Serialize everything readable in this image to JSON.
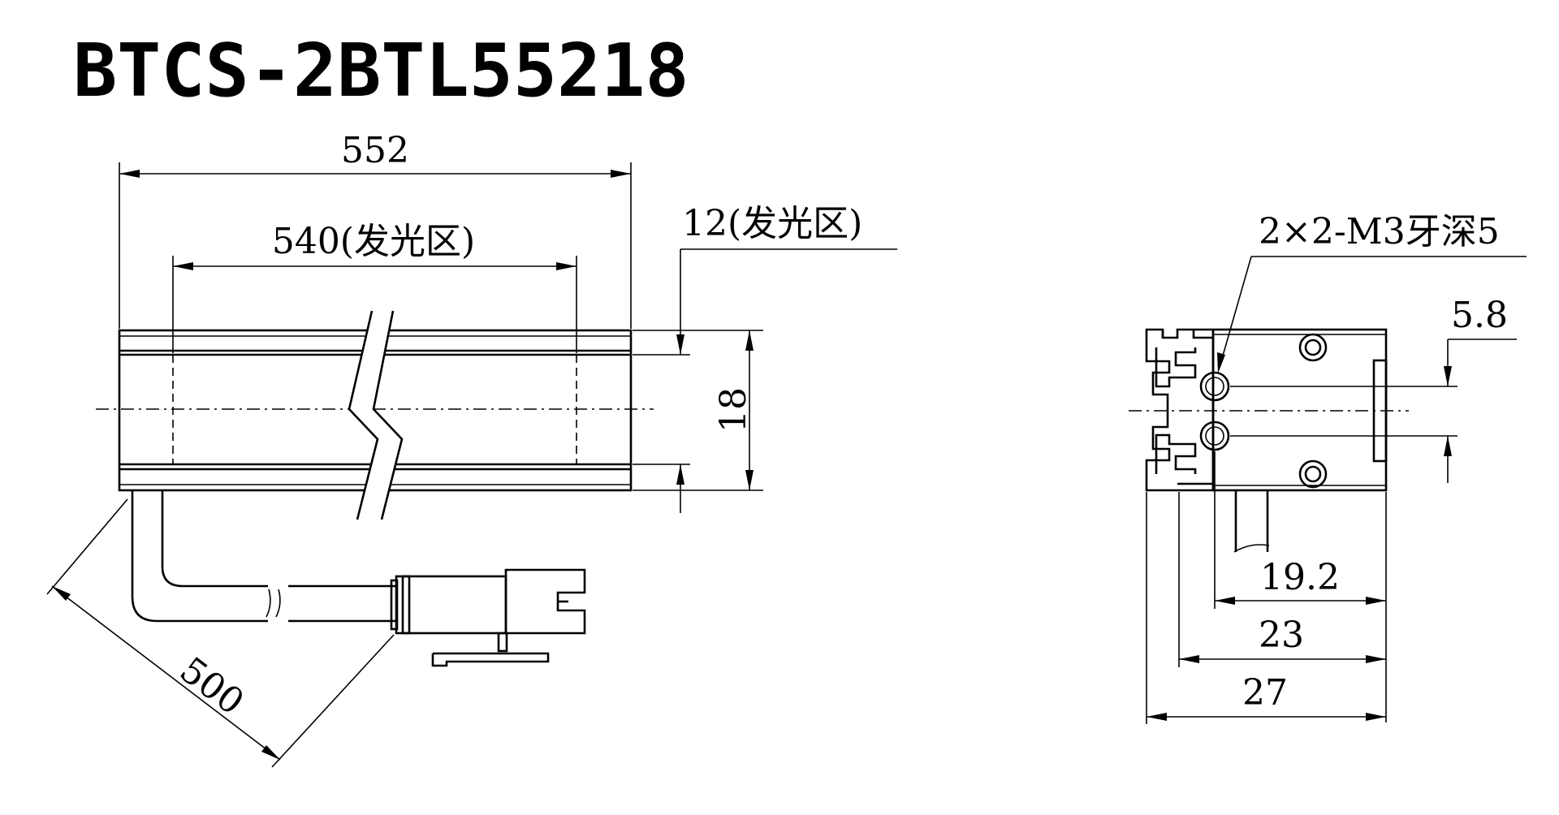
{
  "title": "BTCS-2BTL55218",
  "dimensions": {
    "overall_length": "552",
    "emitting_length": "540(发光区)",
    "emitting_width": "12(发光区)",
    "height": "18",
    "cable_length": "500",
    "thread_spec": "2×2-M3牙深5",
    "hole_spacing": "5.8",
    "width_192": "19.2",
    "width_23": "23",
    "width_27": "27"
  }
}
